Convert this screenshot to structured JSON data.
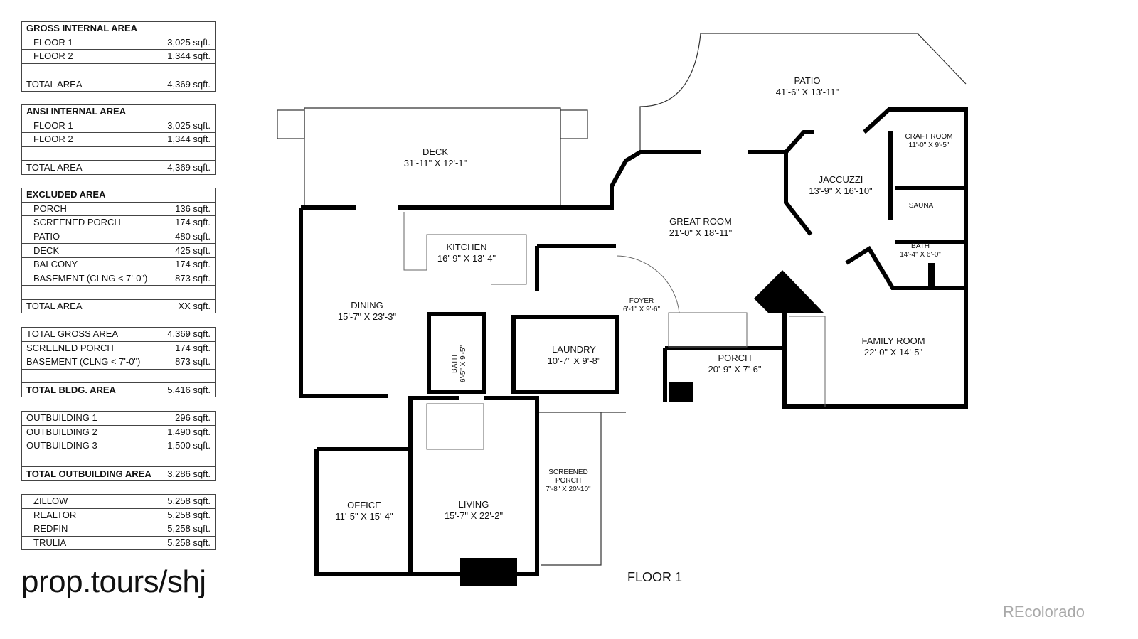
{
  "tables": [
    {
      "header": "GROSS INTERNAL AREA",
      "rows": [
        {
          "label": "FLOOR 1",
          "value": "3,025 sqft.",
          "indent": true
        },
        {
          "label": "FLOOR 2",
          "value": "1,344 sqft.",
          "indent": true
        },
        {
          "label": "",
          "value": ""
        },
        {
          "label": "TOTAL AREA",
          "value": "4,369 sqft."
        }
      ]
    },
    {
      "header": "ANSI INTERNAL AREA",
      "rows": [
        {
          "label": "FLOOR 1",
          "value": "3,025 sqft.",
          "indent": true
        },
        {
          "label": "FLOOR 2",
          "value": "1,344 sqft.",
          "indent": true
        },
        {
          "label": "",
          "value": ""
        },
        {
          "label": "TOTAL AREA",
          "value": "4,369 sqft."
        }
      ]
    },
    {
      "header": "EXCLUDED AREA",
      "rows": [
        {
          "label": "PORCH",
          "value": "136 sqft.",
          "indent": true
        },
        {
          "label": "SCREENED PORCH",
          "value": "174 sqft.",
          "indent": true
        },
        {
          "label": "PATIO",
          "value": "480 sqft.",
          "indent": true
        },
        {
          "label": "DECK",
          "value": "425 sqft.",
          "indent": true
        },
        {
          "label": "BALCONY",
          "value": "174 sqft.",
          "indent": true
        },
        {
          "label": "BASEMENT (CLNG < 7'-0\")",
          "value": "873 sqft.",
          "indent": true
        },
        {
          "label": "",
          "value": ""
        },
        {
          "label": "TOTAL AREA",
          "value": "XX sqft."
        }
      ]
    },
    {
      "rows": [
        {
          "label": "TOTAL GROSS AREA",
          "value": "4,369 sqft."
        },
        {
          "label": "SCREENED PORCH",
          "value": "174 sqft."
        },
        {
          "label": "BASEMENT (CLNG < 7'-0\")",
          "value": "873 sqft."
        },
        {
          "label": "",
          "value": ""
        },
        {
          "label": "TOTAL BLDG. AREA",
          "value": "5,416 sqft.",
          "bold": true
        }
      ]
    },
    {
      "rows": [
        {
          "label": "OUTBUILDING 1",
          "value": "296 sqft."
        },
        {
          "label": "OUTBUILDING 2",
          "value": "1,490 sqft."
        },
        {
          "label": "OUTBUILDING 3",
          "value": "1,500 sqft."
        },
        {
          "label": "",
          "value": ""
        },
        {
          "label": "TOTAL OUTBUILDING AREA",
          "value": "3,286 sqft.",
          "bold": true
        }
      ]
    },
    {
      "rows": [
        {
          "label": "ZILLOW",
          "value": "5,258 sqft.",
          "indent": true
        },
        {
          "label": "REALTOR",
          "value": "5,258 sqft.",
          "indent": true
        },
        {
          "label": "REDFIN",
          "value": "5,258 sqft.",
          "indent": true
        },
        {
          "label": "TRULIA",
          "value": "5,258 sqft.",
          "indent": true
        }
      ]
    }
  ],
  "rooms": {
    "patio": {
      "name": "PATIO",
      "dims": "41'-6\" X 13'-11\""
    },
    "deck": {
      "name": "DECK",
      "dims": "31'-11\" X 12'-1\""
    },
    "kitchen": {
      "name": "KITCHEN",
      "dims": "16'-9\" X 13'-4\""
    },
    "great_room": {
      "name": "GREAT ROOM",
      "dims": "21'-0\" X 18'-11\""
    },
    "jaccuzzi": {
      "name": "JACCUZZI",
      "dims": "13'-9\" X 16'-10\""
    },
    "craft_room": {
      "name": "CRAFT ROOM",
      "dims": "11'-0\" X 9'-5\""
    },
    "sauna": {
      "name": "SAUNA"
    },
    "bath_upper": {
      "name": "BATH",
      "dims": "14'-4\" X 6'-0\""
    },
    "dining": {
      "name": "DINING",
      "dims": "15'-7\" X 23'-3\""
    },
    "foyer": {
      "name": "FOYER",
      "dims": "6'-1\" X 9'-6\""
    },
    "laundry": {
      "name": "LAUNDRY",
      "dims": "10'-7\" X 9'-8\""
    },
    "bath_lower": {
      "name": "BATH",
      "dims": "6'-5\" X 9'-5\""
    },
    "porch": {
      "name": "PORCH",
      "dims": "20'-9\" X 7'-6\""
    },
    "family_room": {
      "name": "FAMILY ROOM",
      "dims": "22'-0\" X 14'-5\""
    },
    "screened_porch": {
      "name": "SCREENED",
      "name2": "PORCH",
      "dims": "7'-8\" X 20'-10\""
    },
    "office": {
      "name": "OFFICE",
      "dims": "11'-5\" X 15'-4\""
    },
    "living": {
      "name": "LIVING",
      "dims": "15'-7\" X 22'-2\""
    }
  },
  "floor_label": "FLOOR 1",
  "url": "prop.tours/shj",
  "brand": "REcolorado",
  "colors": {
    "wall": "#000000",
    "brand": "#a9a9a9"
  }
}
